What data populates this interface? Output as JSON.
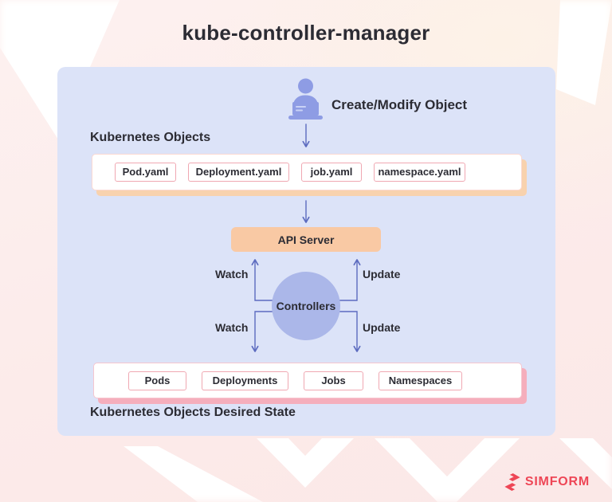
{
  "title": "kube-controller-manager",
  "actor": {
    "label": "Create/Modify Object"
  },
  "kubernetes_objects": {
    "label": "Kubernetes Objects",
    "items": [
      "Pod.yaml",
      "Deployment.yaml",
      "job.yaml",
      "namespace.yaml"
    ]
  },
  "api_server": {
    "label": "API Server"
  },
  "controllers": {
    "label": "Controllers"
  },
  "edge_labels": {
    "watch_upper": "Watch",
    "update_upper": "Update",
    "watch_lower": "Watch",
    "update_lower": "Update"
  },
  "desired_state": {
    "label": "Kubernetes Objects Desired State",
    "items": [
      "Pods",
      "Deployments",
      "Jobs",
      "Namespaces"
    ]
  },
  "branding": {
    "name": "SIMFORM"
  },
  "colors": {
    "panel": "#dce3f8",
    "connector": "#5c6bbf",
    "api_server_fill": "#f9c9a4",
    "controllers_fill": "#abb7e9",
    "box_border": "#f0a8b2",
    "top_bar_shadow": "#f8d2ae",
    "bottom_bar_shadow": "#f5aebc",
    "person_icon": "#8e9ce4",
    "brand_red": "#ee4656",
    "text_dark": "#2c2c34"
  }
}
